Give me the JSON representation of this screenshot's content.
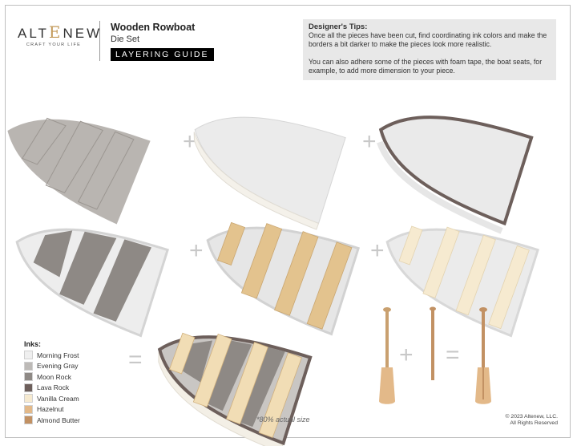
{
  "brand": {
    "name_pre": "ALT",
    "name_e": "E",
    "name_post": "NEW",
    "tagline": "CRAFT YOUR LIFE"
  },
  "header": {
    "title": "Wooden Rowboat",
    "subtitle": "Die Set",
    "guide_label": "LAYERING GUIDE"
  },
  "tips": {
    "heading": "Designer's Tips:",
    "p1": "Once all the pieces have been cut, find coordinating ink colors and make the borders a bit darker to make the pieces look more realistic.",
    "p2": "You can also adhere some of the pieces with foam tape, the boat seats, for example, to add more dimension to your piece."
  },
  "operators": {
    "plus": "+",
    "equals": "="
  },
  "inks": {
    "title": "Inks:",
    "items": [
      {
        "name": "Morning Frost",
        "color": "#efefef"
      },
      {
        "name": "Evening Gray",
        "color": "#bdbab7"
      },
      {
        "name": "Moon Rock",
        "color": "#8e8985"
      },
      {
        "name": "Lava Rock",
        "color": "#6d5f5b"
      },
      {
        "name": "Vanilla Cream",
        "color": "#f6ead0"
      },
      {
        "name": "Hazelnut",
        "color": "#e3b989"
      },
      {
        "name": "Almond Butter",
        "color": "#c29163"
      }
    ]
  },
  "footer": {
    "note": "*80% actual size",
    "copyright_line1": "© 2023 Altenew, LLC.",
    "copyright_line2": "All Rights Reserved"
  }
}
